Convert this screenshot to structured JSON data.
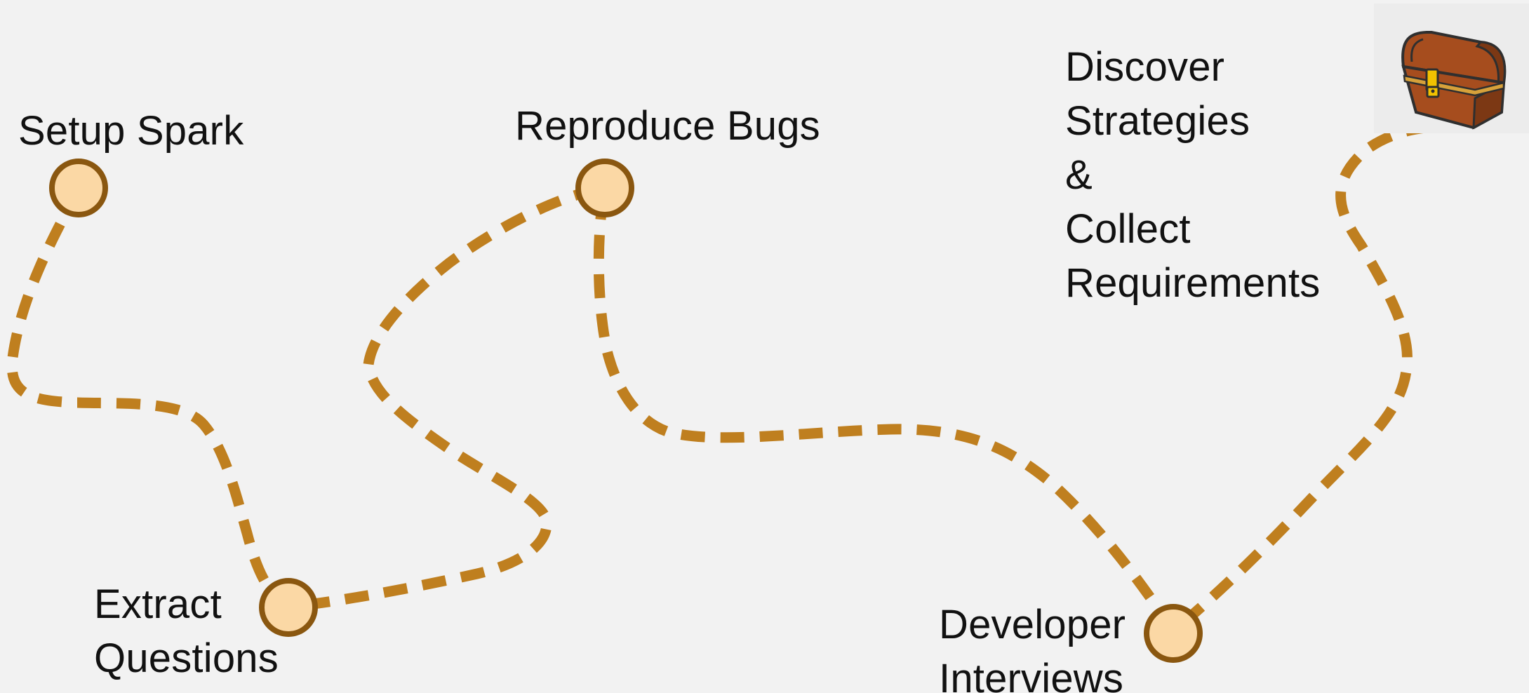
{
  "colors": {
    "background": "#f2f2f2",
    "path": "#bf7f1f",
    "node_fill": "#fbd8a5",
    "node_stroke": "#8a5710",
    "chest_body": "#a64d1e",
    "chest_trim": "#d7a13a",
    "chest_lock": "#f2c200"
  },
  "milestones": [
    {
      "id": "setup",
      "lines": [
        "Setup Spark"
      ]
    },
    {
      "id": "extract",
      "lines": [
        "Extract",
        "Questions"
      ]
    },
    {
      "id": "reproduce",
      "lines": [
        "Reproduce Bugs"
      ]
    },
    {
      "id": "developer",
      "lines": [
        "Developer",
        "Interviews"
      ]
    },
    {
      "id": "discover",
      "lines": [
        "Discover",
        "Strategies",
        "&",
        "Collect",
        "Requirements"
      ]
    }
  ],
  "goal_icon": "treasure-chest-icon"
}
